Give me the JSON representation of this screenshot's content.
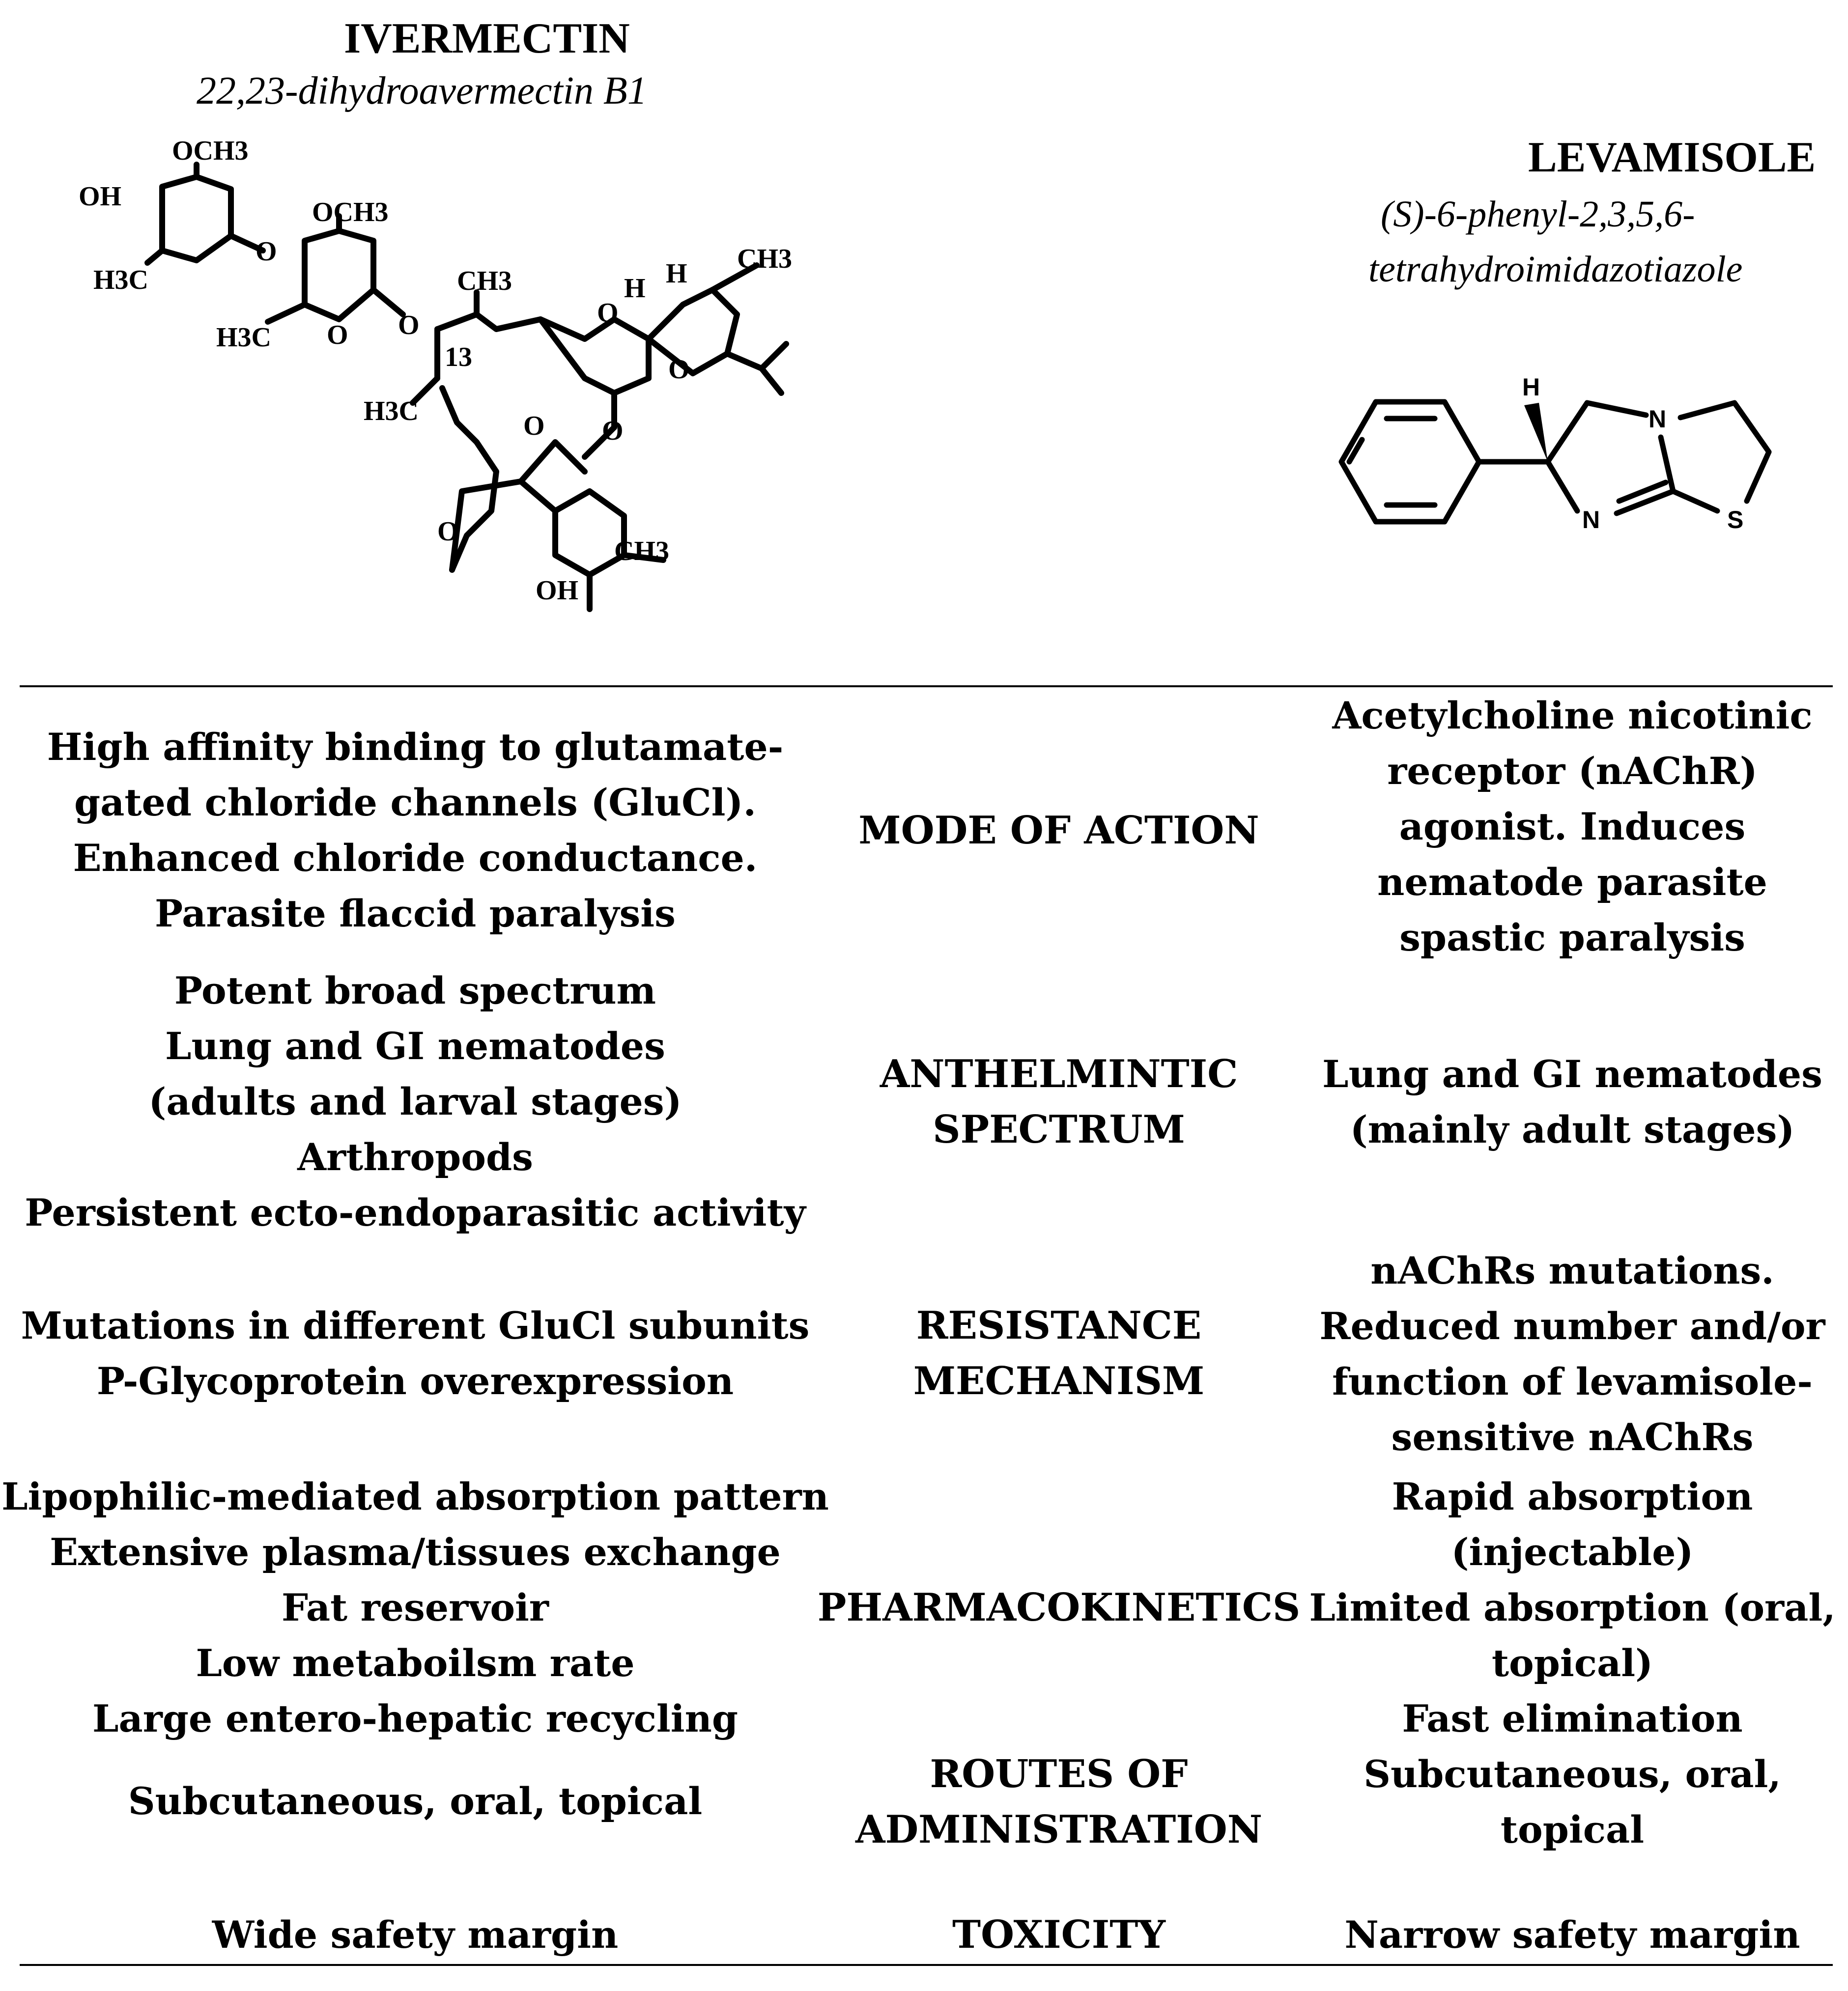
{
  "ivermectin": {
    "name": "IVERMECTIN",
    "iupac": "22,23-dihydroavermectin B1",
    "structure_labels": {
      "och3_a": "OCH3",
      "oh_left": "OH",
      "h3c_a": "H3C",
      "o_a": "O",
      "och3_b": "OCH3",
      "h3c_b": "H3C",
      "o_b": "O",
      "o_link": "O",
      "ch3_top": "CH3",
      "c13": "13",
      "h3c_c": "H3C",
      "o_sp1": "O",
      "h_sp1": "H",
      "h_sp2": "H",
      "ch3_sp": "CH3",
      "o_sp2": "O",
      "o_carb": "O",
      "o_est": "O",
      "o_fur": "O",
      "ch3_bot": "CH3",
      "oh_bot": "OH"
    }
  },
  "levamisole": {
    "name": "LEVAMISOLE",
    "iupac_line1": "(S)-6-phenyl-2,3,5,6-",
    "iupac_line2": "tetrahydroimidazotiazole",
    "structure_labels": {
      "h": "H",
      "n_top": "N",
      "n_bot": "N",
      "s": "S"
    }
  },
  "rows": [
    {
      "property": [
        "MODE OF ACTION"
      ],
      "ivermectin": [
        "High affinity binding to glutamate-",
        "gated chloride channels (GluCl).",
        "Enhanced chloride conductance.",
        "Parasite flaccid paralysis"
      ],
      "levamisole": [
        "Acetylcholine nicotinic",
        "receptor (nAChR)",
        "agonist. Induces",
        "nematode parasite",
        "spastic paralysis"
      ]
    },
    {
      "property": [
        "ANTHELMINTIC",
        "SPECTRUM"
      ],
      "ivermectin": [
        "Potent broad spectrum",
        "Lung and GI nematodes",
        "(adults and larval stages)",
        "Arthropods",
        "Persistent ecto-endoparasitic activity"
      ],
      "levamisole": [
        "Lung and GI nematodes",
        "(mainly adult stages)"
      ]
    },
    {
      "property": [
        "RESISTANCE",
        "MECHANISM"
      ],
      "ivermectin": [
        "Mutations in different GluCl subunits",
        "P-Glycoprotein overexpression"
      ],
      "levamisole": [
        "nAChRs mutations.",
        "Reduced number and/or",
        "function of levamisole-",
        "sensitive nAChRs"
      ]
    },
    {
      "property": [
        "PHARMACOKINETICS"
      ],
      "ivermectin": [
        "Lipophilic-mediated absorption pattern",
        "Extensive plasma/tissues exchange",
        "Fat reservoir",
        "Low metaboilsm rate",
        "Large entero-hepatic recycling"
      ],
      "levamisole": [
        "Rapid absorption",
        "(injectable)",
        "Limited absorption (oral,",
        "topical)",
        "Fast elimination"
      ]
    },
    {
      "property": [
        "ROUTES OF",
        "ADMINISTRATION"
      ],
      "ivermectin": [
        "Subcutaneous, oral, topical"
      ],
      "levamisole": [
        "Subcutaneous, oral,",
        "topical"
      ]
    },
    {
      "property": [
        "TOXICITY"
      ],
      "ivermectin": [
        "Wide safety margin"
      ],
      "levamisole": [
        "Narrow safety margin"
      ]
    }
  ]
}
